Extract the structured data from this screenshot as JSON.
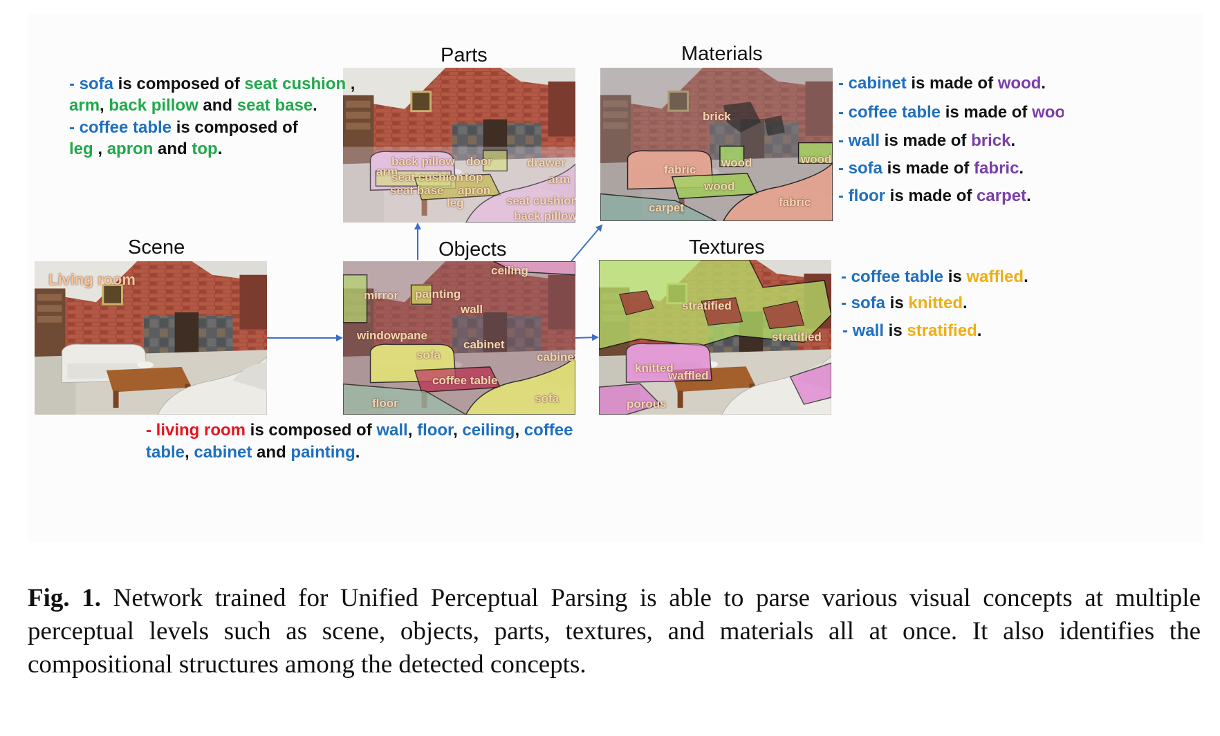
{
  "panels": {
    "scene": {
      "title": "Scene"
    },
    "objects": {
      "title": "Objects"
    },
    "parts": {
      "title": "Parts"
    },
    "materials": {
      "title": "Materials"
    },
    "textures": {
      "title": "Textures"
    }
  },
  "image_labels": {
    "scene": {
      "living_room": "Living room"
    },
    "objects": {
      "ceiling": "ceiling",
      "mirror": "mirror",
      "painting": "painting",
      "wall": "wall",
      "windowpane": "windowpane",
      "cabinet": "cabinet",
      "sofa": "sofa",
      "cabinet2": "cabinet",
      "coffee_table": "coffee table",
      "floor": "floor",
      "sofa2": "sofa"
    },
    "parts": {
      "back_pillow": "back pillow",
      "door": "door",
      "drawer": "drawer",
      "arm": "arm",
      "seat_cushion": "seat cushion",
      "top": "top",
      "arm2": "arm",
      "seat_base": "seat base",
      "apron": "apron",
      "leg": "leg",
      "seat_cushion2": "seat cushion",
      "back_pillow2": "back pillow"
    },
    "materials": {
      "brick": "brick",
      "fabric": "fabric",
      "wood": "wood",
      "wood2": "wood",
      "wood3": "wood",
      "carpet": "carpet",
      "fabric2": "fabric"
    },
    "textures": {
      "stratified": "stratified",
      "stratified2": "stratified",
      "knitted": "knitted",
      "waffled": "waffled",
      "porous": "porous"
    }
  },
  "parts_text": {
    "l1": {
      "a": "- sofa",
      "b": " is composed of ",
      "c": "seat cushion",
      "d": " ,"
    },
    "l2": {
      "a": "arm",
      "b": ", ",
      "c": "back pillow",
      "d": " and ",
      "e": "seat base",
      "f": "."
    },
    "l3": {
      "a": "- coffee table",
      "b": " is composed of"
    },
    "l4": {
      "a": "leg",
      "b": " , ",
      "c": "apron",
      "d": " and ",
      "e": "top",
      "f": "."
    }
  },
  "materials_text": [
    {
      "subject": "- cabinet",
      "verb": " is made of ",
      "object": "wood",
      "end": "."
    },
    {
      "subject": "- coffee table",
      "verb": " is made of ",
      "object": "wood",
      "end": ""
    },
    {
      "subject": "- wall",
      "verb": "  is made of ",
      "object": "brick",
      "end": "."
    },
    {
      "subject": "- sofa",
      "verb": " is made of ",
      "object": "fabric",
      "end": "."
    },
    {
      "subject": "- floor",
      "verb": " is made of ",
      "object": "carpet",
      "end": "."
    }
  ],
  "textures_text": [
    {
      "subject": "- coffee table",
      "verb": " is ",
      "object": "waffled",
      "end": "."
    },
    {
      "subject": "- sofa",
      "verb": " is ",
      "object": "knitted",
      "end": "."
    },
    {
      "subject": "- wall",
      "verb": "  is ",
      "object": "stratified",
      "end": "."
    }
  ],
  "scene_text": {
    "l1": {
      "a": "- living room",
      "b": " is composed of ",
      "c": "wall",
      "d": ", ",
      "e": "floor",
      "f": ", ",
      "g": "ceiling",
      "h": ", ",
      "i": "coffee"
    },
    "l2": {
      "a": "table",
      "b": ", ",
      "c": "cabinet",
      "d": " and ",
      "e": "painting",
      "f": "."
    }
  },
  "caption": {
    "label": "Fig. 1.",
    "text": " Network trained for Unified Perceptual Parsing is able to parse various visual concepts at multiple perceptual levels such as scene, objects, parts, textures, and materials all at once. It also identifies the compositional structures among the detected concepts."
  },
  "colors": {
    "arrow": "#3b6fc6",
    "concept_blue": "#1f6fbf",
    "part_green": "#21a84c",
    "material_purple": "#7a3ea8",
    "texture_orange": "#f0ae14",
    "scene_red": "#e8141e"
  }
}
